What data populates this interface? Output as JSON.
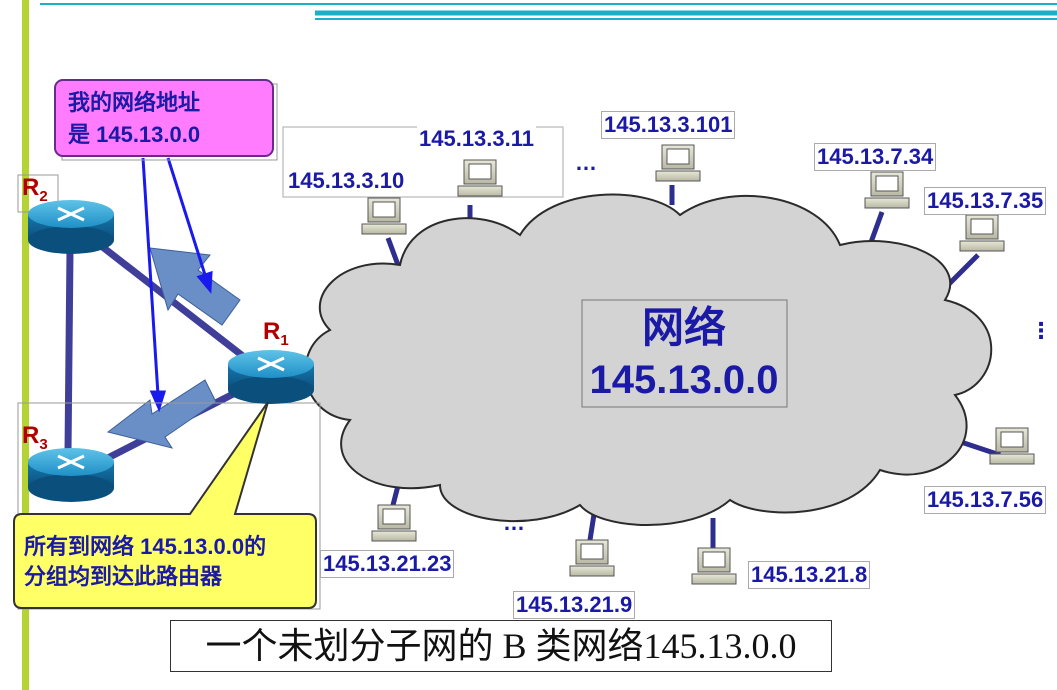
{
  "network": {
    "title": "网络",
    "address": "145.13.0.0"
  },
  "routers": {
    "r1": {
      "letter": "R",
      "sub": "1"
    },
    "r2": {
      "letter": "R",
      "sub": "2"
    },
    "r3": {
      "letter": "R",
      "sub": "3"
    }
  },
  "callouts": {
    "top": {
      "line1": "我的网络地址",
      "line2": "是 145.13.0.0"
    },
    "bottom": {
      "line1": "所有到网络 145.13.0.0的",
      "line2": "分组均到达此路由器"
    }
  },
  "hosts": [
    "145.13.3.10",
    "145.13.3.11",
    "145.13.3.101",
    "145.13.7.34",
    "145.13.7.35",
    "145.13.7.56",
    "145.13.21.8",
    "145.13.21.9",
    "145.13.21.23"
  ],
  "ellipsis": "…",
  "ellipsis_vertical": "⋮",
  "caption": "一个未划分子网的 B 类网络145.13.0.0",
  "colors": {
    "cloud": "#d3d3d3",
    "link": "#2e2e8f",
    "label": "#1a1aa6",
    "router_label": "#b00000",
    "callout_pink": "#ff7cff",
    "callout_yellow": "#ffff66",
    "arrow": "#6a8fc6",
    "accent_bar": "#b5d334",
    "top_rule": "#1ab0c8"
  }
}
